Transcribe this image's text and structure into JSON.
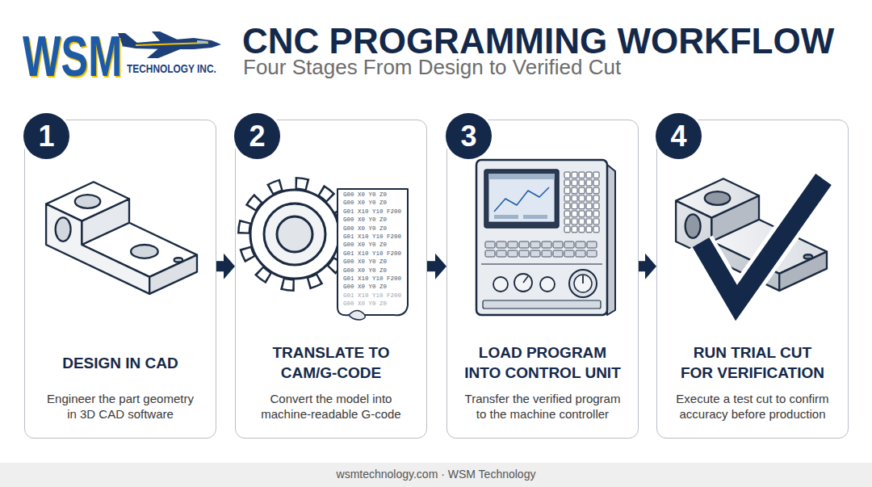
{
  "diagram": {
    "title": "CNC PROGRAMMING WORKFLOW",
    "caption": "Four Stages From Design to Verified Cut",
    "nodes": [
      {
        "text": [
          "DESIGN IN CAD",
          "Engineer the part geometry in 3D CAD software"
        ]
      },
      {
        "text": [
          "1"
        ],
        "in": 0
      },
      {
        "text": [
          "TRANSLATE TO CAM/G-CODE",
          "Convert the model into machine-readable G-code"
        ]
      },
      {
        "text": [
          "2"
        ],
        "in": 2
      },
      {
        "text": [
          "LOAD PROGRAM INTO CONTROL UNIT",
          "Transfer the verified program to the machine controller"
        ]
      },
      {
        "text": [
          "3"
        ],
        "in": 4
      },
      {
        "text": [
          "RUN TRIAL CUT FOR VERIFICATION",
          "Execute a test cut to confirm accuracy before production"
        ]
      },
      {
        "text": [
          "4"
        ],
        "in": 6
      }
    ],
    "edges": [
      {
        "from": 0,
        "to": 2,
        "arrow": "to"
      },
      {
        "from": 2,
        "to": 4,
        "arrow": "to"
      },
      {
        "from": 4,
        "to": 6,
        "arrow": "to"
      }
    ],
    "labels": [
      "WSM",
      "TECHNOLOGY INC.",
      "G00 X0 Y0 Z0",
      "G00 X0 Y0 Z0",
      "G01 X10 Y10 F200",
      "G00 X0 Y0 Z0",
      "G00 X0 Y0 Z0",
      "G01 X10 Y10 F200",
      "G00 X0 Y0 Z0",
      "G01 X10 Y10 F200",
      "G00 X0 Y0 Z0",
      "G00 X0 Y0 Z0",
      "G01 X10 Y10 F200",
      "G00 X0 Y0 Z0",
      "G01 X10 Y10 F200",
      "G00 X0 Y0 Z0",
      "wsmtechnology.com · WSM Technology"
    ]
  }
}
